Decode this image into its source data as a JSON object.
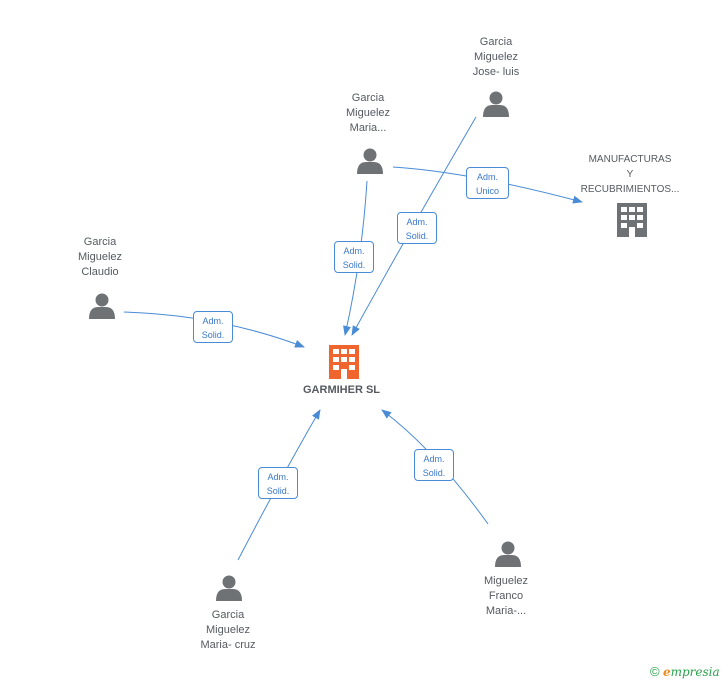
{
  "colors": {
    "edge": "#4a8bd6",
    "person_icon": "#6f7275",
    "company_icon": "#6f7275",
    "center_company_icon": "#f0652e",
    "text": "#555a60",
    "brand_green": "#27a34a",
    "brand_orange": "#f08c1e"
  },
  "center": {
    "name": "GARMIHER SL"
  },
  "company": {
    "lines": [
      "MANUFACTURAS",
      "Y",
      "RECUBRIMIENTOS..."
    ]
  },
  "people": [
    {
      "id": "jose",
      "lines": [
        "Garcia",
        "Miguelez",
        "Jose- luis"
      ]
    },
    {
      "id": "maria",
      "lines": [
        "Garcia",
        "Miguelez",
        "Maria..."
      ]
    },
    {
      "id": "claudio",
      "lines": [
        "Garcia",
        "Miguelez",
        "Claudio"
      ]
    },
    {
      "id": "mariacruz",
      "lines": [
        "Garcia",
        "Miguelez",
        "Maria- cruz"
      ]
    },
    {
      "id": "franco",
      "lines": [
        "Miguelez",
        "Franco",
        "Maria-..."
      ]
    }
  ],
  "edges": [
    {
      "id": "maria-company",
      "lines": [
        "Adm.",
        "Unico"
      ]
    },
    {
      "id": "jose-center",
      "lines": [
        "Adm.",
        "Solid."
      ]
    },
    {
      "id": "maria-center",
      "lines": [
        "Adm.",
        "Solid."
      ]
    },
    {
      "id": "claudio-center",
      "lines": [
        "Adm.",
        "Solid."
      ]
    },
    {
      "id": "mariacruz-center",
      "lines": [
        "Adm.",
        "Solid."
      ]
    },
    {
      "id": "franco-center",
      "lines": [
        "Adm.",
        "Solid."
      ]
    }
  ],
  "brand": {
    "copyright": "©",
    "initial": "e",
    "rest": "mpresia"
  }
}
